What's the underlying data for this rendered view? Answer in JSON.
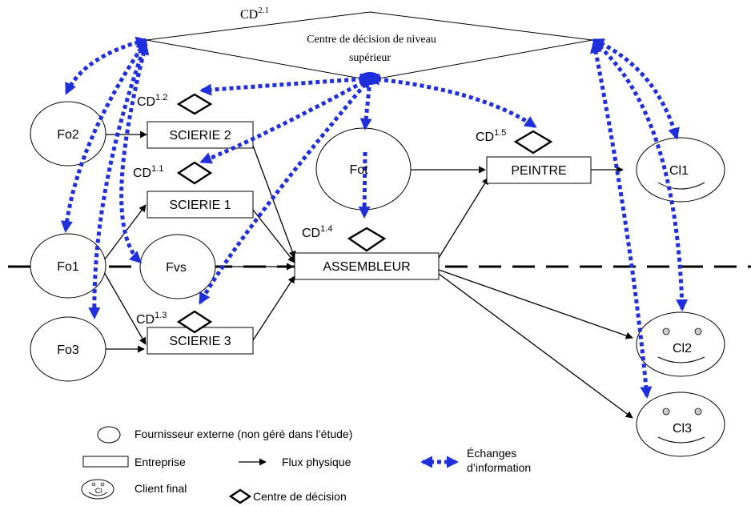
{
  "top_center": {
    "label": "CD",
    "sup": "2.1",
    "line1": "Centre de décision de niveau",
    "line2": "supérieur"
  },
  "suppliers": {
    "fo2": "Fo2",
    "fo1": "Fo1",
    "fo3": "Fo3",
    "fvs": "Fvs",
    "fot": "Fot"
  },
  "companies": {
    "scierie2": "SCIERIE 2",
    "scierie1": "SCIERIE 1",
    "scierie3": "SCIERIE 3",
    "assembleur": "ASSEMBLEUR",
    "peintre": "PEINTRE"
  },
  "clients": {
    "cl1": "Cl1",
    "cl2": "Cl2",
    "cl3": "Cl3"
  },
  "decision_centers": {
    "cd12": {
      "label": "CD",
      "sup": "1.2"
    },
    "cd11": {
      "label": "CD",
      "sup": "1.1"
    },
    "cd13": {
      "label": "CD",
      "sup": "1.3"
    },
    "cd14": {
      "label": "CD",
      "sup": "1.4"
    },
    "cd15": {
      "label": "CD",
      "sup": "1.5"
    }
  },
  "legend": {
    "supplier": "Fournisseur externe (non géré dans l’étude)",
    "company": "Entreprise",
    "client": "Client final",
    "client_icon_text": "Cl",
    "flow": "Flux physique",
    "info_line1": "Échanges",
    "info_line2": "d’information",
    "decision": "Centre de décision"
  },
  "colors": {
    "info_exchange": "#1f2fdc",
    "lines": "#000000"
  }
}
